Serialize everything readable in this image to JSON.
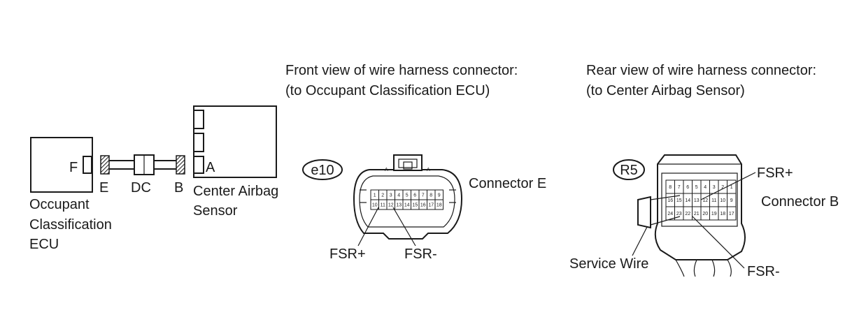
{
  "schematic": {
    "ecu_lines": [
      "Occupant",
      "Classification",
      "ECU"
    ],
    "ecu_pin": "F",
    "sensor_lines": [
      "Center Airbag",
      "Sensor"
    ],
    "sensor_pin": "A",
    "connector_e": "E",
    "connector_dc": "DC",
    "connector_b": "B"
  },
  "front_view": {
    "title_line1": "Front view of wire harness connector:",
    "title_line2": "(to Occupant Classification ECU)",
    "code": "e10",
    "connector_label": "Connector E",
    "key_left": "A",
    "key_right": "A",
    "pins_top": [
      "1",
      "2",
      "3",
      "4",
      "5",
      "6",
      "7",
      "8",
      "9"
    ],
    "pins_bottom": [
      "10",
      "11",
      "12",
      "13",
      "14",
      "15",
      "16",
      "17",
      "18"
    ],
    "fsr_plus": "FSR+",
    "fsr_minus": "FSR-"
  },
  "rear_view": {
    "title_line1": "Rear view of wire harness connector:",
    "title_line2": "(to Center Airbag Sensor)",
    "code": "R5",
    "connector_label": "Connector B",
    "row1": [
      "8",
      "7",
      "6",
      "5",
      "4",
      "3",
      "2",
      "1"
    ],
    "row2": [
      "16",
      "15",
      "14",
      "13",
      "12",
      "11",
      "10",
      "9"
    ],
    "row3": [
      "24",
      "23",
      "22",
      "21",
      "20",
      "19",
      "18",
      "17"
    ],
    "fsr_plus": "FSR+",
    "fsr_minus": "FSR-",
    "service_wire": "Service Wire"
  }
}
